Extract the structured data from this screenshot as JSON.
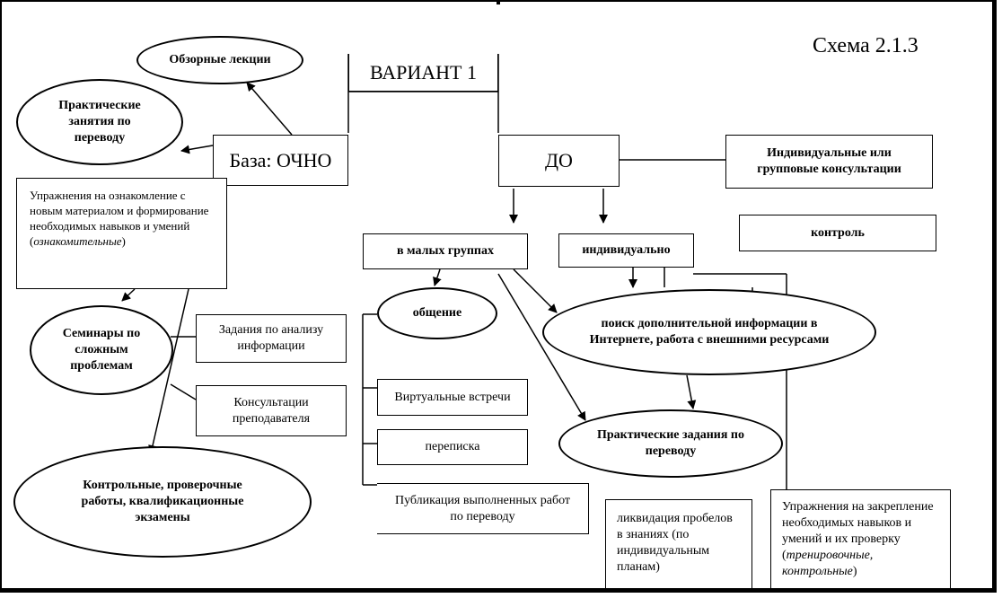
{
  "scheme_label": "Схема 2.1.3",
  "variant": "ВАРИАНТ 1",
  "base": "База:  ОЧНО",
  "do": "ДО",
  "left": {
    "lectures": "Обзорные лекции",
    "practical": "Практические занятия по переводу",
    "exercises_text": "Упражнения  на ознакомление с новым материалом и формирование необходимых навыков и умений (",
    "exercises_italic": "ознакомительные",
    "exercises_end": ")",
    "seminars": "Семинары по сложным проблемам",
    "analysis_tasks": "Задания по анализу информации",
    "consultations": "Консультации преподавателя",
    "control_works": "Контрольные, проверочные работы, квалификационные экзамены"
  },
  "right": {
    "ind_consult": "Индивидуальные или групповые  консультации",
    "control": "контроль",
    "small_groups": "в малых группах",
    "individual": "индивидуально",
    "communication": "общение",
    "search": "поиск дополнительной информации в Интернете, работа с внешними ресурсами",
    "virtual_meetings": "Виртуальные встречи",
    "correspondence": "переписка",
    "practical_tasks": "Практические задания по переводу",
    "publication": "Публикация выполненных работ по переводу",
    "gaps": "ликвидация пробелов в знаниях (по индивидуальным планам)",
    "reinforce_text": "Упражнения  на закрепление необходимых навыков и умений и их проверку (",
    "reinforce_italic": "тренировочные, контрольные",
    "reinforce_end": ")"
  }
}
